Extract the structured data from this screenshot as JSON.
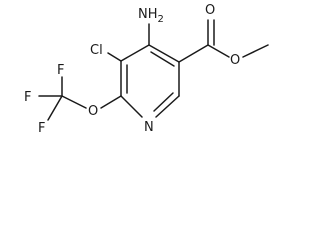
{
  "molecule": {
    "atoms": {
      "amino": "NH2",
      "chloro": "Cl",
      "ring_nitrogen": "N",
      "ether_oxygen": "O",
      "carbonyl_oxygen": "O",
      "ester_oxygen": "O",
      "fluorine_top": "F",
      "fluorine_left": "F",
      "fluorine_bottom": "F"
    }
  }
}
